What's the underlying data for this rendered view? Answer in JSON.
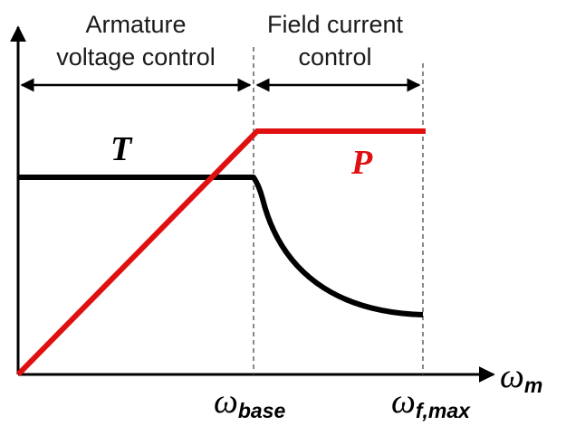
{
  "regions": {
    "armature": {
      "line1": "Armature",
      "line2": "voltage control"
    },
    "field": {
      "line1": "Field current",
      "line2": "control"
    }
  },
  "curves": {
    "torque": {
      "label": "T",
      "color": "#000000"
    },
    "power": {
      "label": "P",
      "color": "#e01010"
    }
  },
  "axis": {
    "x_symbol": "ω",
    "x_subscript": "m"
  },
  "ticks": {
    "base": {
      "symbol": "ω",
      "subscript": "base"
    },
    "fmax": {
      "symbol": "ω",
      "subscript": "f,max"
    }
  }
}
